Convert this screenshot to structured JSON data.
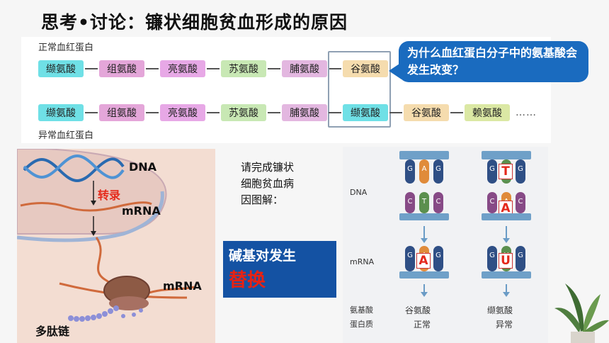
{
  "title": "思考•讨论：镰状细胞贫血形成的原因",
  "normal_label": "正常血红蛋白",
  "abnormal_label": "异常血红蛋白",
  "normal_chain": [
    {
      "name": "缬氨酸",
      "color": "#6fe0e6"
    },
    {
      "name": "组氨酸",
      "color": "#e4a6d9"
    },
    {
      "name": "亮氨酸",
      "color": "#e7a8e6"
    },
    {
      "name": "苏氨酸",
      "color": "#c8e8b4"
    },
    {
      "name": "脯氨酸",
      "color": "#e3b7e0"
    },
    {
      "name": "谷氨酸",
      "color": "#f5dcae"
    }
  ],
  "abnormal_chain": [
    {
      "name": "缬氨酸",
      "color": "#6fe0e6"
    },
    {
      "name": "组氨酸",
      "color": "#e4a6d9"
    },
    {
      "name": "亮氨酸",
      "color": "#e7a8e6"
    },
    {
      "name": "苏氨酸",
      "color": "#c8e8b4"
    },
    {
      "name": "脯氨酸",
      "color": "#e3b7e0"
    },
    {
      "name": "缬氨酸",
      "color": "#6fe0e6"
    },
    {
      "name": "谷氨酸",
      "color": "#f5dcae"
    },
    {
      "name": "赖氨酸",
      "color": "#dbe8a4"
    }
  ],
  "ellipsis": "……",
  "question": "为什么血红蛋白分子中的氨基酸会发生改变？",
  "cell": {
    "dna": "DNA",
    "transcription": "转录",
    "mrna1": "mRNA",
    "mrna2": "mRNA",
    "polypeptide": "多肽链"
  },
  "prompt": [
    "请完成镰状",
    "细胞贫血病",
    "因图解："
  ],
  "answer": {
    "line1": "碱基对发生",
    "line2": "替换"
  },
  "diagram": {
    "dna_label": "DNA",
    "mrna_label": "mRNA",
    "aa_label": "氨基酸",
    "protein_label": "蛋白质",
    "left_top": [
      "G",
      "A",
      "G"
    ],
    "left_bottom": [
      "C",
      "T",
      "C"
    ],
    "left_mrna": [
      "G",
      "A",
      "G"
    ],
    "right_top": [
      "G",
      "T",
      "G"
    ],
    "right_bottom": [
      "C",
      "A",
      "C"
    ],
    "right_mrna": [
      "G",
      "U",
      "G"
    ],
    "left_aa": "谷氨酸",
    "left_protein": "正常",
    "right_aa": "缬氨酸",
    "right_protein": "异常",
    "mut_right_top": "T",
    "mut_right_bottom": "A",
    "mut_left_mrna": "A",
    "mut_right_mrna": "U"
  }
}
